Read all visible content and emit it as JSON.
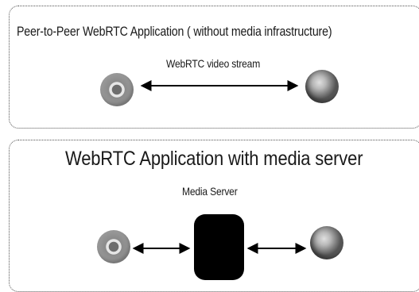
{
  "top_panel": {
    "title": "Peer-to-Peer WebRTC Application ( without media infrastructure)",
    "stream_label": "WebRTC video stream",
    "left_icon": "chrome-icon",
    "right_icon": "firefox-icon"
  },
  "bottom_panel": {
    "title": "WebRTC Application with media server",
    "server_label": "Media Server",
    "left_icon": "chrome-icon",
    "right_icon": "firefox-icon"
  },
  "colors": {
    "border": "#555555",
    "server": "#000000",
    "text": "#1a1a1a"
  }
}
